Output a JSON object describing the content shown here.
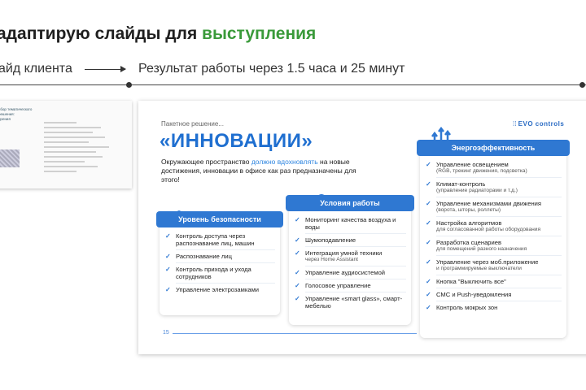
{
  "header": {
    "title_prefix": "адаптирую слайды для ",
    "title_accent": "выступления",
    "step_left": "айд клиента",
    "step_right": "Результат работы через 1.5 часа и 25 минут"
  },
  "thumbnail": {
    "title": "ьбор тематического решения:\nпрения"
  },
  "slide": {
    "pretitle": "Пакетное решение...",
    "logo_text": "EVO controls",
    "title": "«ИННОВАЦИИ»",
    "subtitle_1": "Окружающее пространство ",
    "subtitle_highlight": "должно вдохновлять",
    "subtitle_2": " на новые достижения, инновации в офисе как раз предназначены для этого!",
    "page_number": "15",
    "cards": {
      "security": {
        "title": "Уровень безопасности",
        "items": [
          {
            "text": "Контроль доступа через распознавание лиц, машин"
          },
          {
            "text": "Распознавание лиц"
          },
          {
            "text": "Контроль прихода и ухода сотрудников"
          },
          {
            "text": "Управление электрозамками"
          }
        ]
      },
      "conditions": {
        "title": "Условия работы",
        "items": [
          {
            "text": "Мониторинг качества воздуха и воды"
          },
          {
            "text": "Шумоподавление"
          },
          {
            "text": "Интеграция умной техники",
            "note": "через Home Assistant"
          },
          {
            "text": "Управление аудиосистемой"
          },
          {
            "text": "Голосовое управление"
          },
          {
            "text": "Управление «smart glass», смарт-мебелью"
          }
        ]
      },
      "energy": {
        "title": "Энергоэффективность",
        "items": [
          {
            "text": "Управление освещением",
            "note": "(RGB, трекинг движения, подсветка)"
          },
          {
            "text": "Климат-контроль",
            "note": "(управление радиаторами и т.д.)"
          },
          {
            "text": "Управление механизмами движения",
            "note": "(ворота, шторы, роллеты)"
          },
          {
            "text": "Настройка алгоритмов",
            "note": "для согласованной работы оборудования"
          },
          {
            "text": "Разработка сценариев",
            "note": "для помещений разного назначения"
          },
          {
            "text": "Управление через моб.приложение",
            "note": "и программируемые выключатели"
          },
          {
            "text": "Кнопка \"Выключить все\""
          },
          {
            "text": "СМС и Push-уведомления"
          },
          {
            "text": "Контроль мокрых зон"
          }
        ]
      }
    }
  },
  "colors": {
    "accent_green": "#3a9a3a",
    "accent_blue": "#2f78d2"
  }
}
